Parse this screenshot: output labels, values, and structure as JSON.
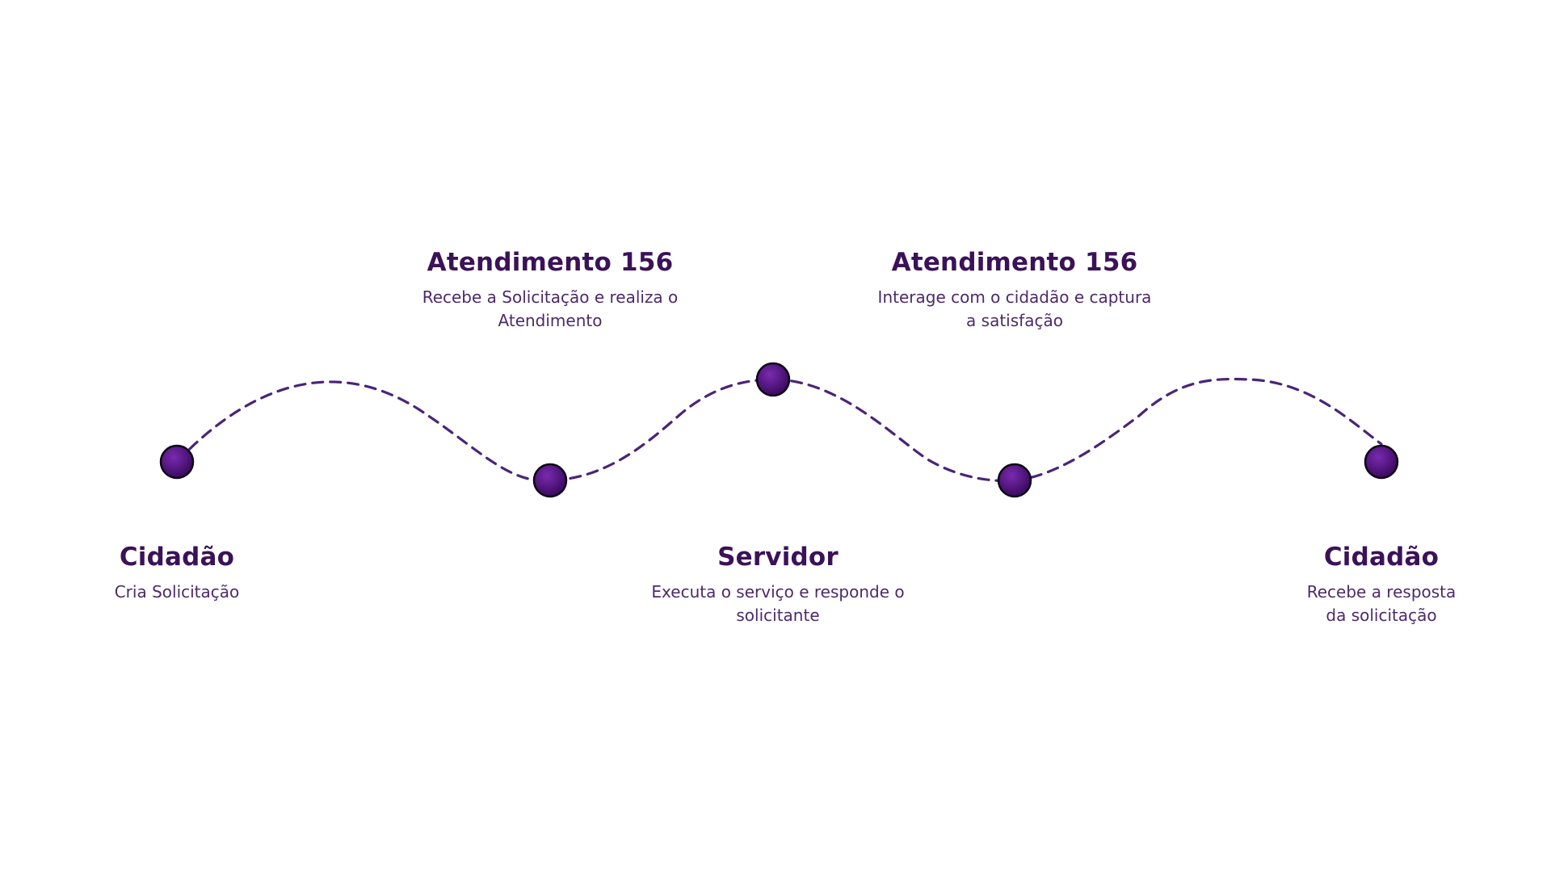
{
  "colors": {
    "path": "#4a2478",
    "node_fill_light": "#7a2ab0",
    "node_fill_dark": "#3a0a5e",
    "node_stroke": "#0e0616",
    "title": "#3b1258",
    "text": "#4c2a6b"
  },
  "steps": [
    {
      "title": "Cidadão",
      "description": "Cria Solicitação"
    },
    {
      "title": "Atendimento 156",
      "description": "Recebe a Solicitação e realiza o\nAtendimento"
    },
    {
      "title": "Servidor",
      "description": "Executa o serviço e responde o\nsolicitante"
    },
    {
      "title": "Atendimento 156",
      "description": "Interage com o cidadão e captura\na satisfação"
    },
    {
      "title": "Cidadão",
      "description": "Recebe a resposta\nda solicitação"
    }
  ]
}
